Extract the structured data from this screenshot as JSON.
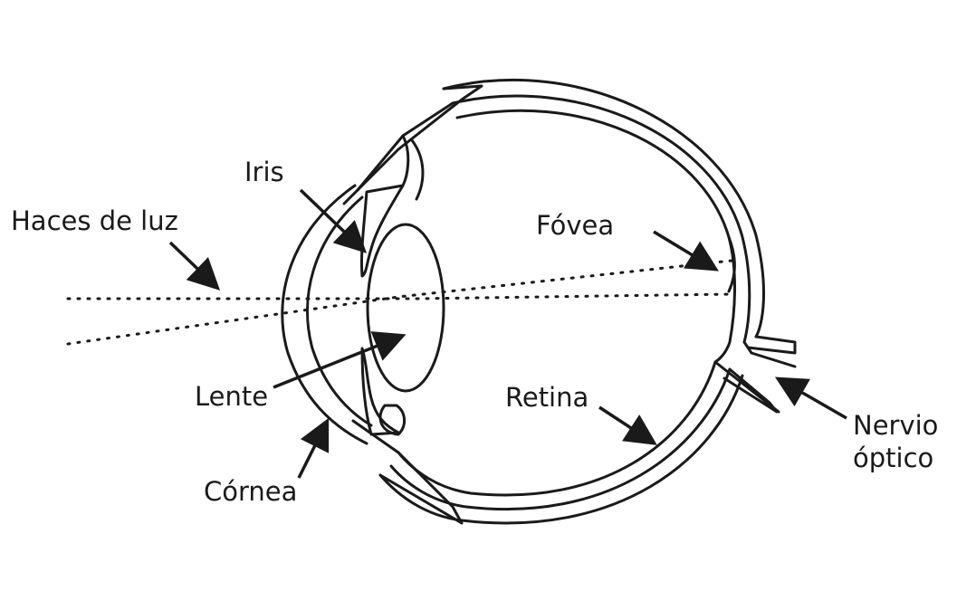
{
  "labels": {
    "iris": "Iris",
    "light_rays": "Haces de luz",
    "fovea": "Fóvea",
    "lens": "Lente",
    "retina": "Retina",
    "cornea": "Córnea",
    "optic_nerve_line1": "Nervio",
    "optic_nerve_line2": "óptico"
  },
  "colors": {
    "ink": "#1a1a1a",
    "background": "#ffffff"
  }
}
